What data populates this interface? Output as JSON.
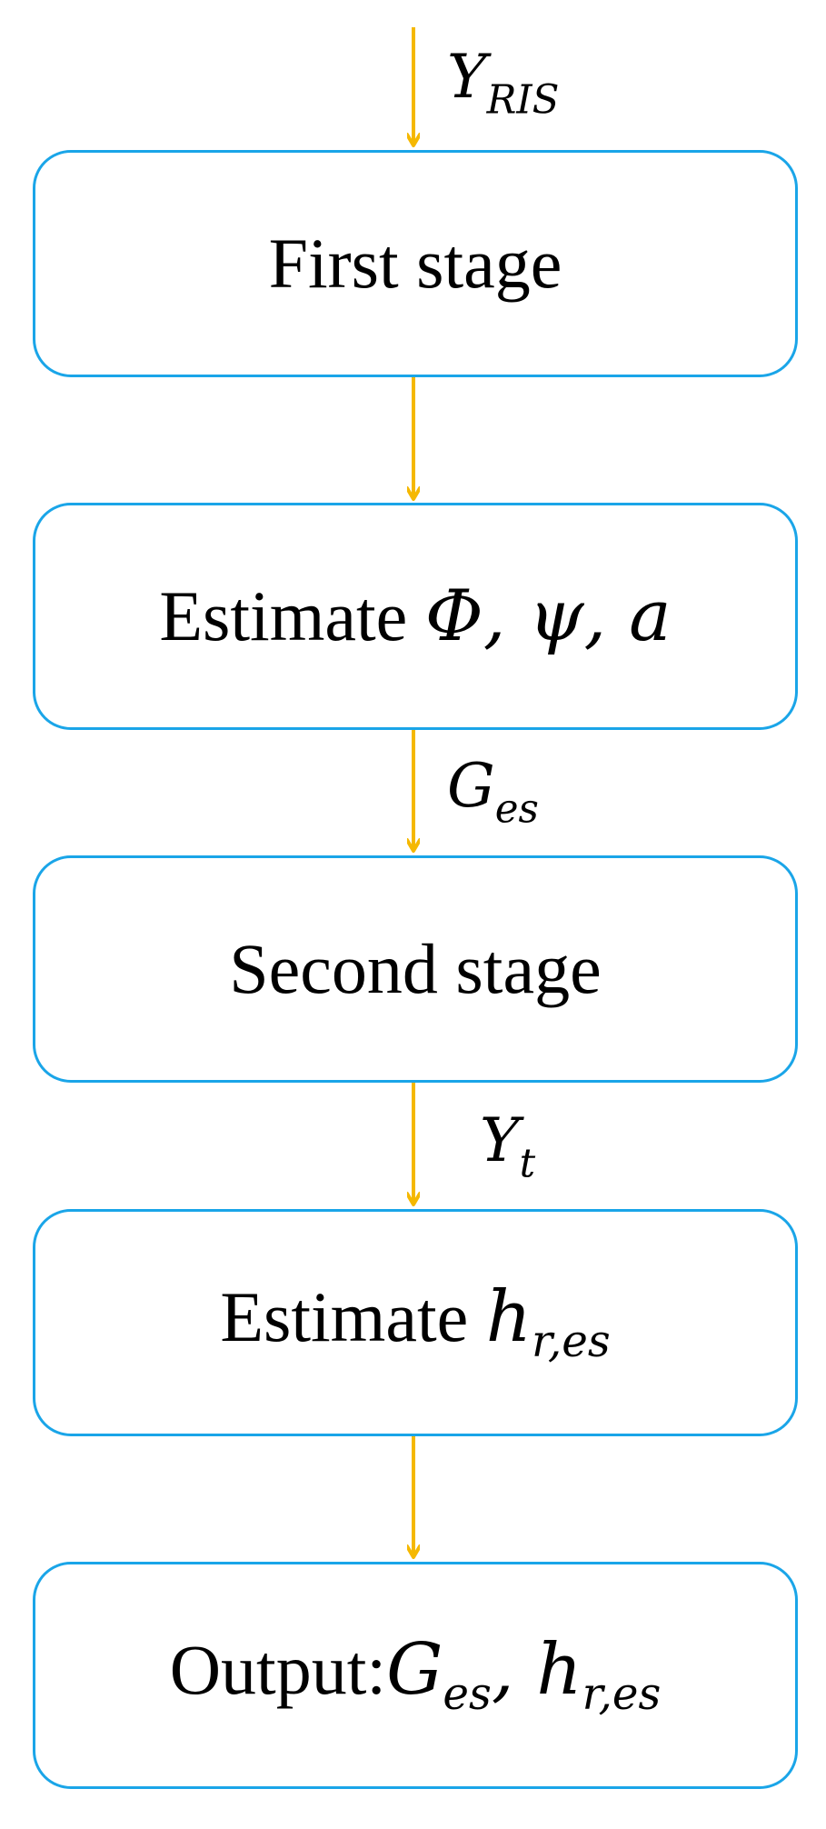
{
  "colors": {
    "box_border": "#1aa5e8",
    "arrow": "#f5b800",
    "text": "#000000"
  },
  "labels": {
    "input": {
      "base": "Y",
      "sub": "RIS"
    },
    "g_es": {
      "base": "G",
      "sub": "es"
    },
    "y_t": {
      "base": "Y",
      "sub": "t"
    }
  },
  "boxes": {
    "first_stage": {
      "text": "First stage"
    },
    "estimate_params": {
      "prefix": "Estimate ",
      "symbols": "Φ, ψ, a"
    },
    "second_stage": {
      "text": "Second stage"
    },
    "estimate_h": {
      "prefix": "Estimate ",
      "base": "h",
      "sub": "r,es"
    },
    "output": {
      "prefix": "Output:",
      "g_base": "G",
      "g_sub": "es",
      "separator": ", ",
      "h_base": "h",
      "h_sub": "r,es"
    }
  }
}
